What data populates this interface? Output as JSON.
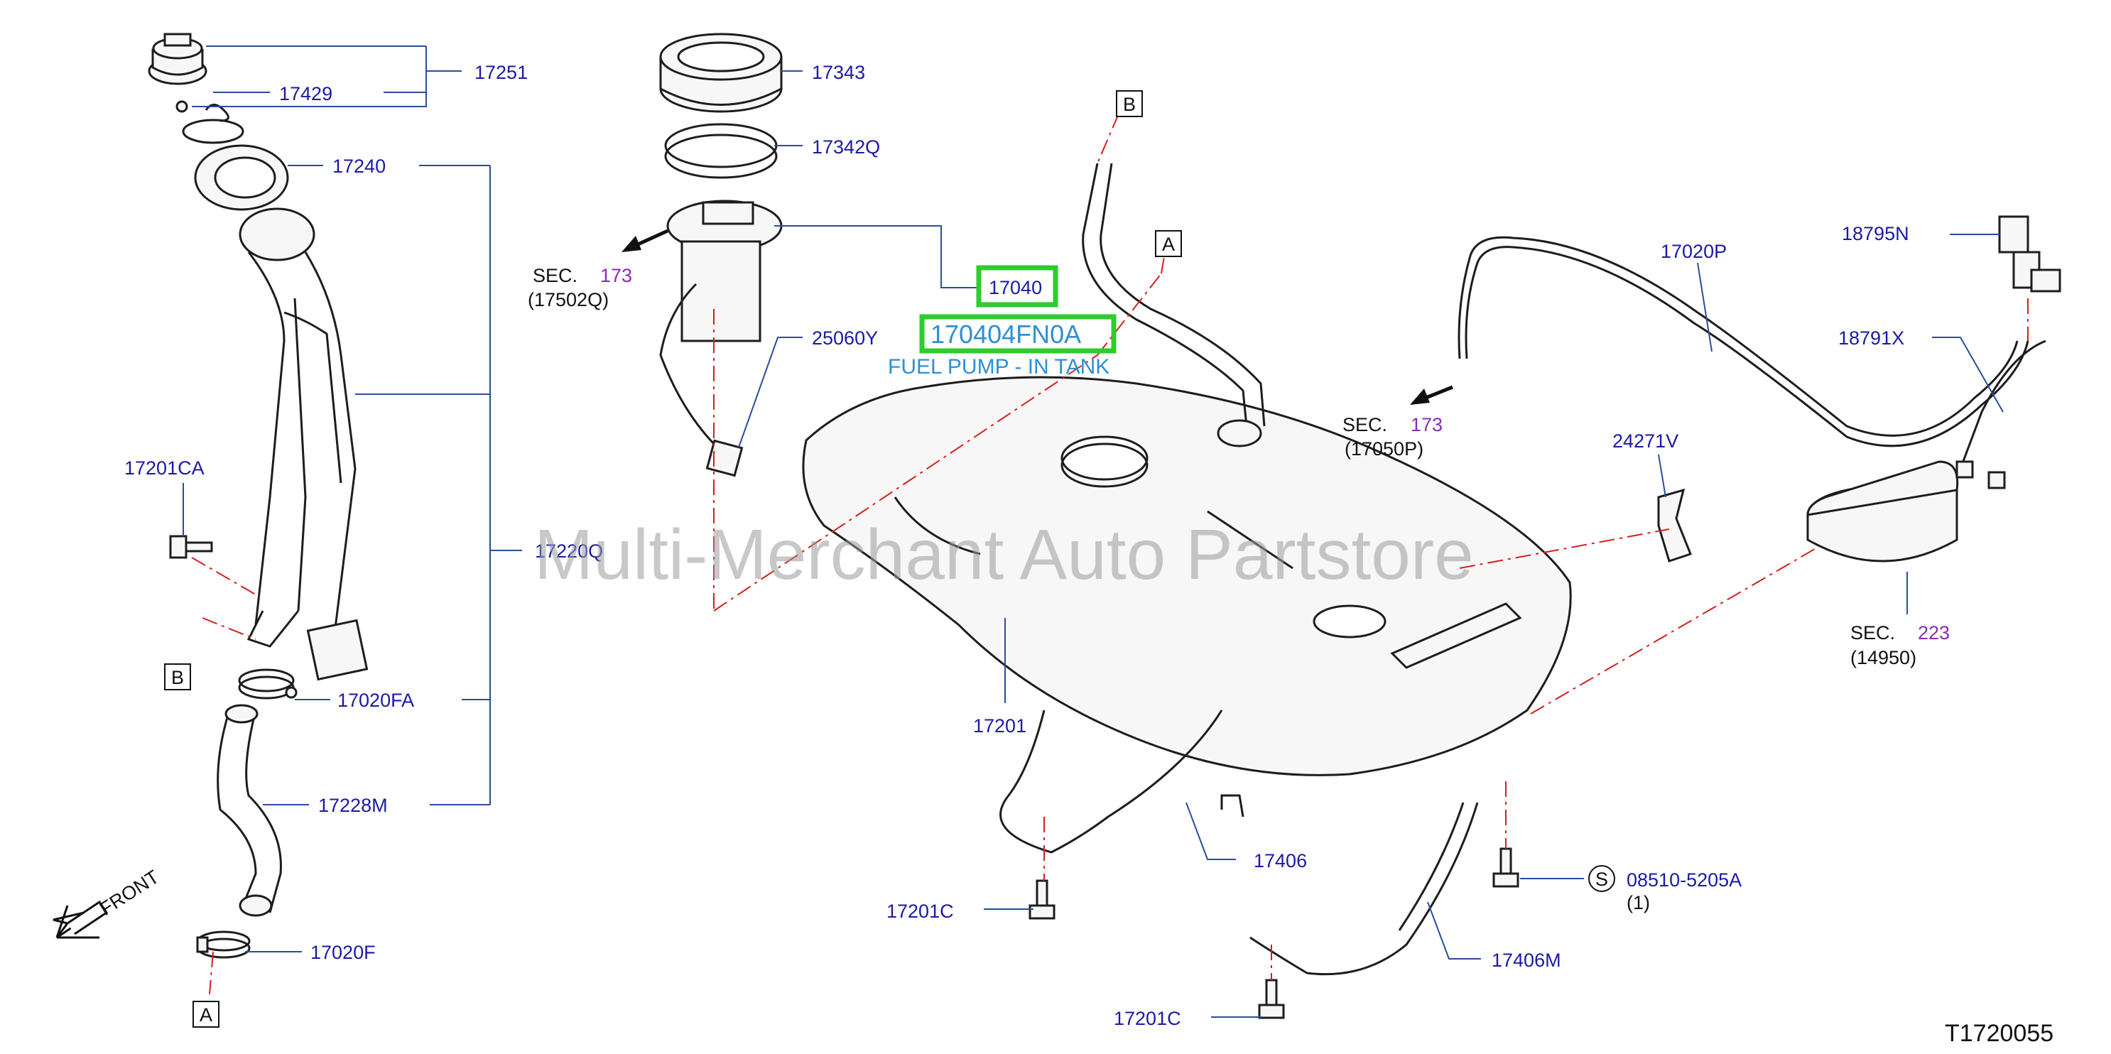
{
  "watermark": "Multi-Merchant Auto Partstore",
  "drawing_number": "T1720055",
  "highlight": {
    "part_number": "17040",
    "oem_number": "170404FN0A",
    "description": "FUEL PUMP - IN TANK"
  },
  "part_labels": {
    "p17251": "17251",
    "p17429": "17429",
    "p17240": "17240",
    "p17201CA": "17201CA",
    "p17220Q": "17220Q",
    "p17020FA": "17020FA",
    "p17228M": "17228M",
    "p17020F": "17020F",
    "p17343": "17343",
    "p17342Q": "17342Q",
    "p25060Y": "25060Y",
    "p17201": "17201",
    "p17406": "17406",
    "p17201C_a": "17201C",
    "p17201C_b": "17201C",
    "p17406M": "17406M",
    "p08510": "08510-5205A",
    "p08510_qty": "(1)",
    "p17020P": "17020P",
    "p18795N": "18795N",
    "p18791X": "18791X",
    "p24271V": "24271V"
  },
  "sections": {
    "s1": {
      "prefix": "SEC.",
      "number": "173",
      "ref": "(17502Q)"
    },
    "s2": {
      "prefix": "SEC.",
      "number": "173",
      "ref": "(17050P)"
    },
    "s3": {
      "prefix": "SEC.",
      "number": "223",
      "ref": "(14950)"
    }
  },
  "markers": {
    "b_top": "B",
    "a_top": "A",
    "b_left": "B",
    "a_bottom": "A",
    "s_circle": "S",
    "front": "FRONT"
  },
  "colors": {
    "part_number_text": "#1a1aa6",
    "section_number_text": "#8a2bb8",
    "leader_lines": "#2a4d9c",
    "dash_lines": "#d42020",
    "highlight_box": "#2ecc2e",
    "highlight_text": "#2d8fd6"
  }
}
